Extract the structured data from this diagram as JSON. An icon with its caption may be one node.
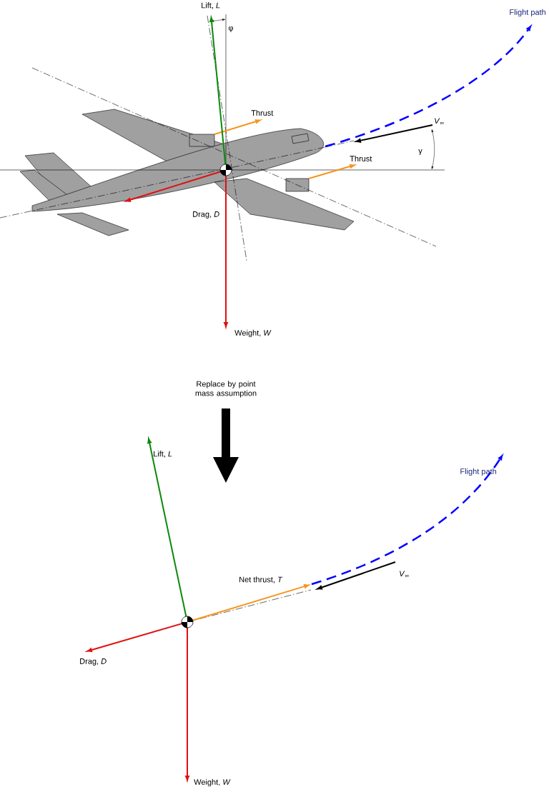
{
  "diagram": {
    "labels": [
      "Lift, *L*",
      "φ",
      "Flight path",
      "Thrust",
      "*V*$_{∞}$",
      "γ",
      "Thrust",
      "Drag, *D*",
      "Weight, *W*",
      "Replace by point mass assumption",
      "Lift, *L*",
      "Flight path",
      "Net thrust, *T*",
      "*V*$_{∞}$",
      "Drag, *D*",
      "Weight, *W*"
    ]
  }
}
